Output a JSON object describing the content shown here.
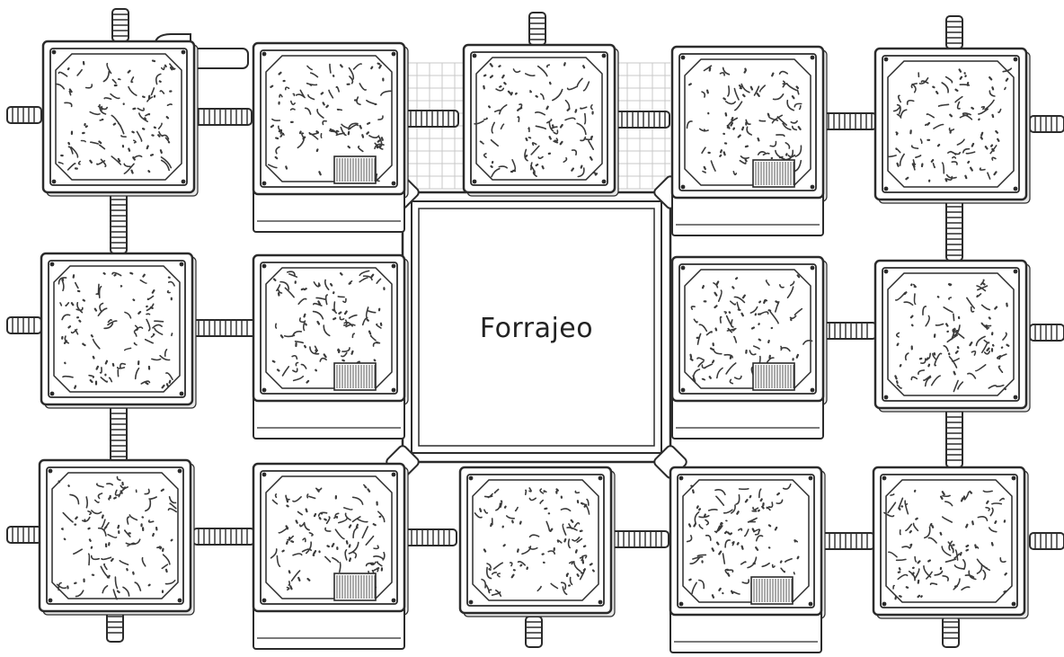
{
  "diagram": {
    "center_label": "Forrajeo",
    "colors": {
      "line": "#2b2b2b",
      "fill": "#ffffff",
      "texture": "#3a3a3a",
      "grid": "#c8c8c8"
    },
    "parts": {
      "nest_chambers": 14,
      "foraging_area": 1,
      "connectors": "threaded-tube"
    }
  }
}
